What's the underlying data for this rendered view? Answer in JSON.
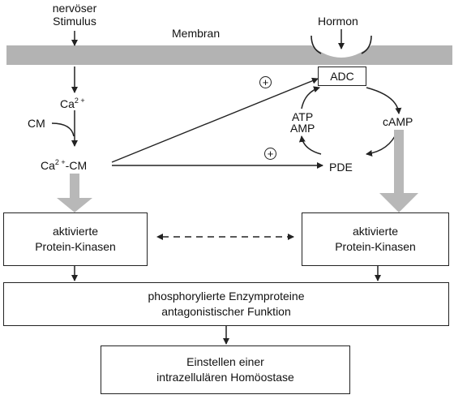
{
  "membrane_label": "Membran",
  "stimulus": {
    "line1": "nervöser",
    "line2": "Stimulus"
  },
  "hormone": "Hormon",
  "adc": "ADC",
  "ca": {
    "base": "Ca",
    "charge": "2 +"
  },
  "cm": "CM",
  "ca_cm": {
    "base": "Ca",
    "charge": "2 +",
    "suffix": "-CM"
  },
  "atp": "ATP",
  "amp": "AMP",
  "camp": "cAMP",
  "pde": "PDE",
  "plus_symbol": "+",
  "kinase_left": {
    "line1": "aktivierte",
    "line2": "Protein-Kinasen"
  },
  "kinase_right": {
    "line1": "aktivierte",
    "line2": "Protein-Kinasen"
  },
  "enzymes": {
    "line1": "phosphorylierte Enzymproteine",
    "line2": "antagonistischer Funktion"
  },
  "homeostasis": {
    "line1": "Einstellen einer",
    "line2": "intrazellulären Homöostase"
  },
  "colors": {
    "membrane": "#b3b3b3",
    "thick_arrow": "#b8b8b8",
    "line": "#222222"
  }
}
